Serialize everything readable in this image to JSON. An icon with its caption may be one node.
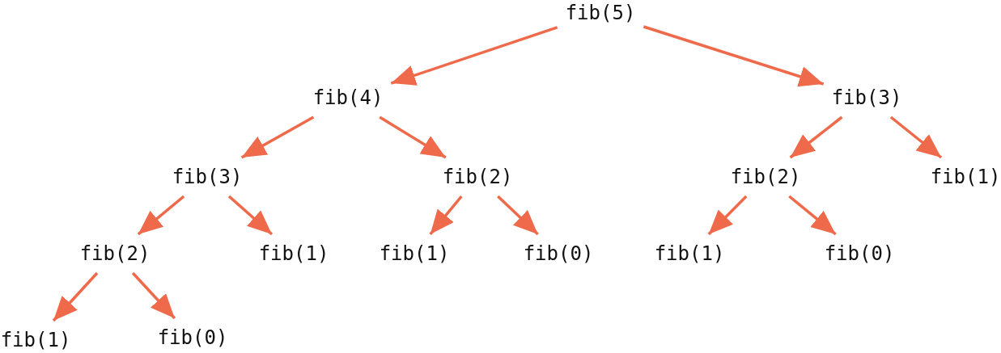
{
  "diagram": {
    "nodes": [
      {
        "text": [
          "fib(5)"
        ]
      },
      {
        "text": [
          "fib(4)"
        ]
      },
      {
        "text": [
          "fib(3)"
        ]
      },
      {
        "text": [
          "fib(3)"
        ]
      },
      {
        "text": [
          "fib(2)"
        ]
      },
      {
        "text": [
          "fib(2)"
        ]
      },
      {
        "text": [
          "fib(1)"
        ]
      },
      {
        "text": [
          "fib(2)"
        ]
      },
      {
        "text": [
          "fib(1)"
        ]
      },
      {
        "text": [
          "fib(1)"
        ]
      },
      {
        "text": [
          "fib(0)"
        ]
      },
      {
        "text": [
          "fib(1)"
        ]
      },
      {
        "text": [
          "fib(0)"
        ]
      },
      {
        "text": [
          "fib(1)"
        ]
      },
      {
        "text": [
          "fib(0)"
        ]
      }
    ],
    "edges": [
      {
        "from": 0,
        "to": 1,
        "arrow": "to"
      },
      {
        "from": 0,
        "to": 2,
        "arrow": "to"
      },
      {
        "from": 1,
        "to": 3,
        "arrow": "to"
      },
      {
        "from": 1,
        "to": 4,
        "arrow": "to"
      },
      {
        "from": 2,
        "to": 5,
        "arrow": "to"
      },
      {
        "from": 2,
        "to": 6,
        "arrow": "to"
      },
      {
        "from": 3,
        "to": 7,
        "arrow": "to"
      },
      {
        "from": 3,
        "to": 8,
        "arrow": "to"
      },
      {
        "from": 4,
        "to": 9,
        "arrow": "to"
      },
      {
        "from": 4,
        "to": 10,
        "arrow": "to"
      },
      {
        "from": 5,
        "to": 11,
        "arrow": "to"
      },
      {
        "from": 5,
        "to": 12,
        "arrow": "to"
      },
      {
        "from": 7,
        "to": 13,
        "arrow": "to"
      },
      {
        "from": 7,
        "to": 14,
        "arrow": "to"
      }
    ]
  }
}
